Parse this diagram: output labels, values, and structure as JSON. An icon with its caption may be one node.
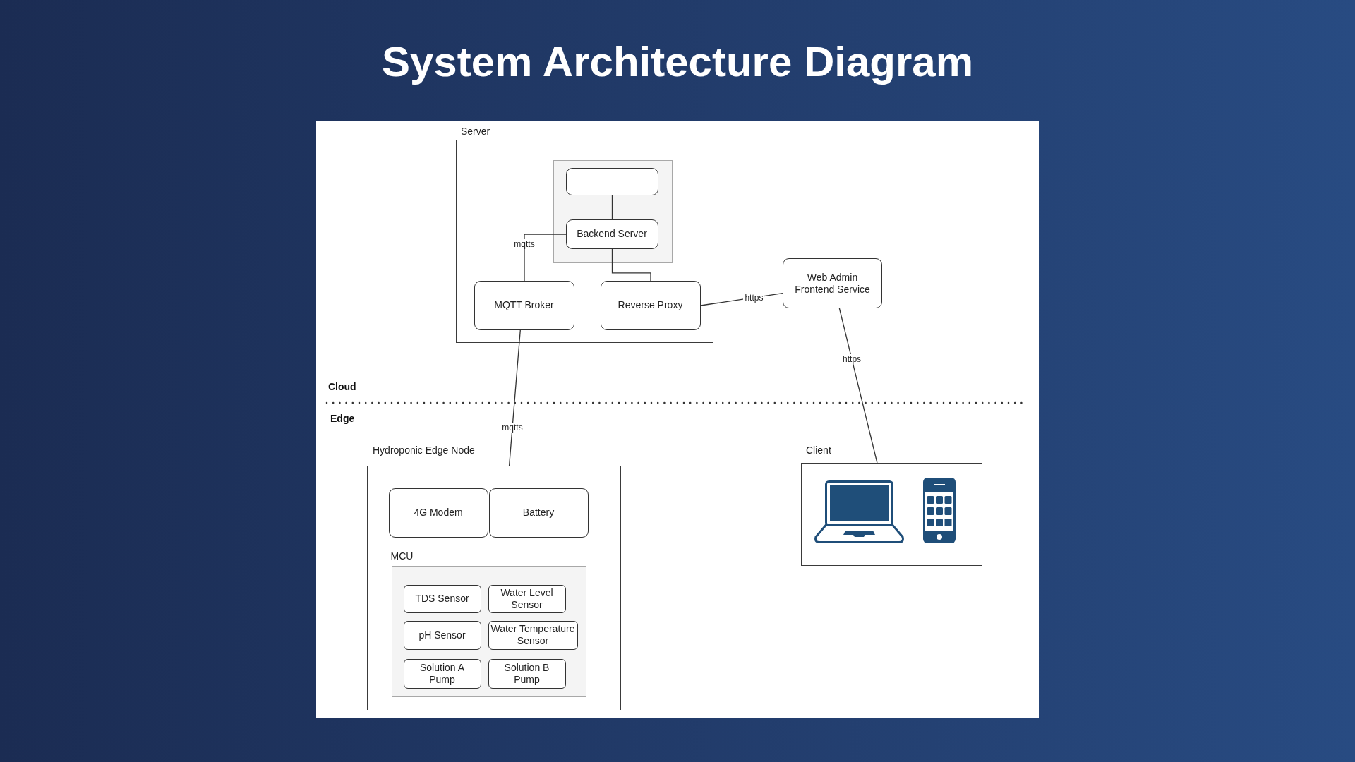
{
  "diagram": {
    "title": "System Architecture Diagram",
    "nodes": [
      {
        "text": [
          "Server"
        ]
      },
      {
        "text": [],
        "shape": "box",
        "in": 0
      },
      {
        "text": [],
        "shape": "box",
        "in": 1
      },
      {
        "text": [
          "Backend Server"
        ],
        "in": 1
      },
      {
        "text": [
          "MQTT Broker"
        ],
        "in": 0
      },
      {
        "text": [
          "Reverse Proxy"
        ],
        "in": 0
      },
      {
        "text": [
          "Web Admin Frontend Service"
        ]
      },
      {
        "text": [
          "Hydroponic Edge Node"
        ]
      },
      {
        "text": [
          "4G Modem"
        ],
        "in": 7
      },
      {
        "text": [
          "Battery"
        ],
        "in": 7
      },
      {
        "text": [
          "MCU"
        ],
        "in": 7
      },
      {
        "text": [
          "TDS Sensor"
        ],
        "in": 10
      },
      {
        "text": [
          "Water Level Sensor"
        ],
        "in": 10
      },
      {
        "text": [
          "pH Sensor"
        ],
        "in": 10
      },
      {
        "text": [
          "Water Temperature Sensor"
        ],
        "in": 10
      },
      {
        "text": [
          "Solution A Pump"
        ],
        "in": 10
      },
      {
        "text": [
          "Solution B Pump"
        ],
        "in": 10
      },
      {
        "text": [
          "Client"
        ]
      }
    ],
    "edges": [
      {
        "from": 2,
        "to": 3,
        "arrow": "none"
      },
      {
        "from": 3,
        "to": 4,
        "arrow": "none",
        "label": "mqtts"
      },
      {
        "from": 3,
        "to": 5,
        "arrow": "none"
      },
      {
        "from": 5,
        "to": 6,
        "arrow": "none",
        "label": "https"
      },
      {
        "from": 6,
        "to": 17,
        "arrow": "none",
        "label": "https"
      },
      {
        "from": 4,
        "to": 7,
        "arrow": "none",
        "label": "mqtts"
      }
    ],
    "labels": [
      "Cloud",
      "Edge"
    ]
  }
}
